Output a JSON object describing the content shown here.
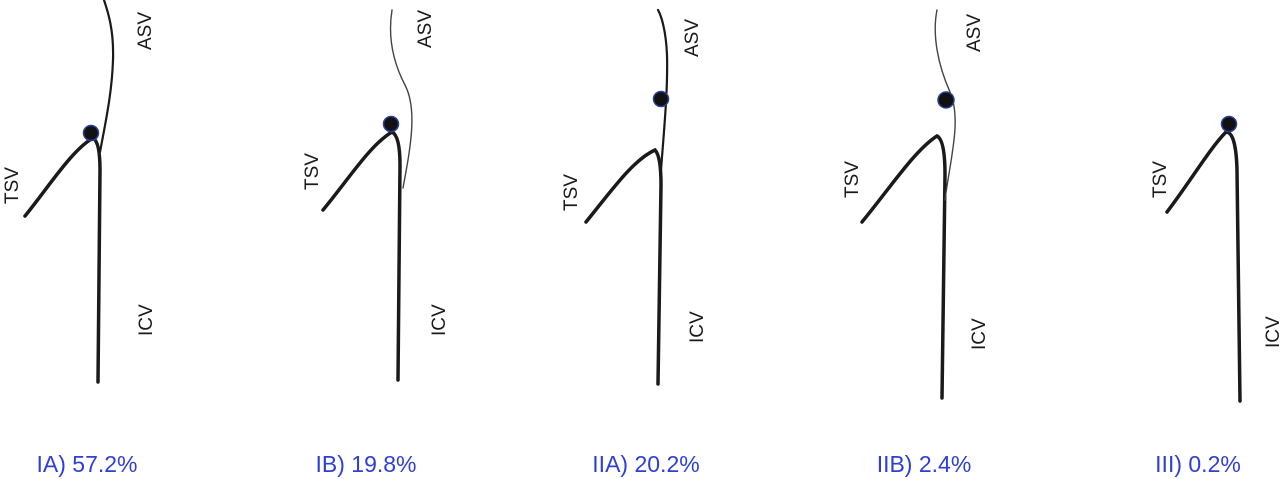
{
  "colors": {
    "vein": "#1a1a1a",
    "caption": "#2f3fd6",
    "dot": "#111111",
    "dot_outline": "#2a3f9a"
  },
  "labels": {
    "tsv": "TSV",
    "asv": "ASV",
    "icv": "ICV"
  },
  "panels": [
    {
      "id": "IA",
      "caption": "IA) 57.2%"
    },
    {
      "id": "IB",
      "caption": "IB) 19.8%"
    },
    {
      "id": "IIA",
      "caption": "IIA) 20.2%"
    },
    {
      "id": "IIB",
      "caption": "IIB) 2.4%"
    },
    {
      "id": "III",
      "caption": "III) 0.2%"
    }
  ]
}
